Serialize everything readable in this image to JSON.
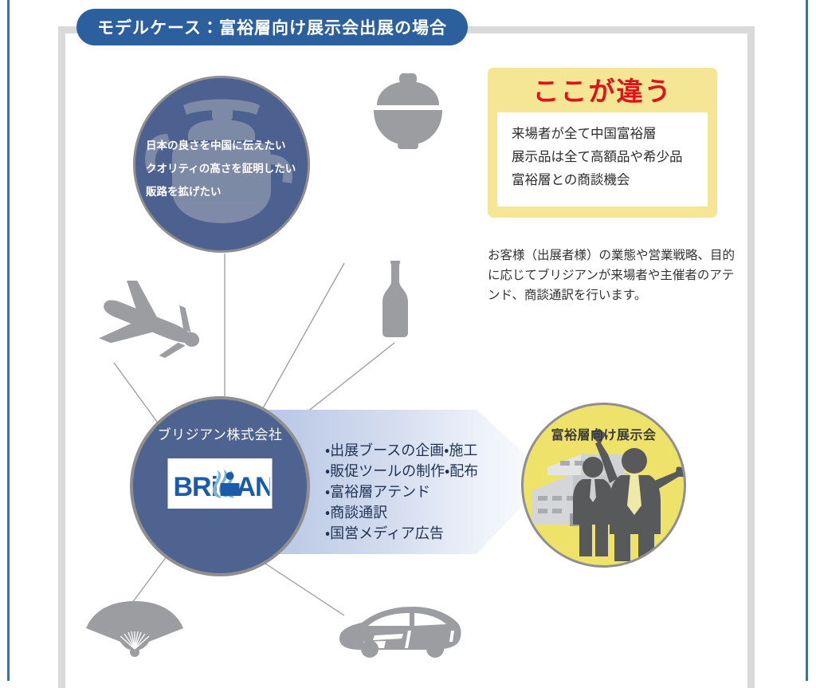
{
  "title": {
    "text": "モデルケース：富裕層向け展示会出展の場合"
  },
  "top_circle": {
    "name": "customer-wishes",
    "wishes": [
      "日本の良さを中国に伝えたい",
      "クオリティの高さを証明したい",
      "販路を拡げたい"
    ]
  },
  "callout": {
    "heading": "ここが違う",
    "points": [
      "来場者が全て中国富裕層",
      "展示品は全て高額品や希少品",
      "富裕層との商談機会"
    ]
  },
  "note": {
    "text": "お客様（出展者様）の業態や営業戦略、目的に応じてブリジアンが来場者や主催者のアテンド、商談通訳を行います。"
  },
  "center_circle": {
    "company_label": "ブリジアン株式会社",
    "logo_text_left": "BRi",
    "logo_text_right": "iAN",
    "logo_alt": "BRIJIAN"
  },
  "services": {
    "items": [
      "・出展ブースの企画・施工",
      "・販促ツールの制作・配布",
      "・富裕層アテンド",
      "・商談通訳",
      "・国営メディア広告"
    ]
  },
  "right_circle": {
    "label": "富裕層向け展示会"
  },
  "icons": [
    {
      "name": "rice-bowl-icon"
    },
    {
      "name": "airplane-icon"
    },
    {
      "name": "bottle-icon"
    },
    {
      "name": "folding-fan-icon"
    },
    {
      "name": "sports-car-icon"
    }
  ],
  "colors": {
    "title_pill": "#2b5f9e",
    "frame": "#d9d9d9",
    "edge_rule": "#1f7ac4",
    "circle_navy": "#4f6390",
    "circle_yellow": "#efe26a",
    "callout_yellow": "#f4e694",
    "callout_heading_red": "#e1121b",
    "icon_grey": "#9b9da1",
    "logo_blue": "#1c5ba8",
    "logo_wave": "#79b3dd"
  }
}
